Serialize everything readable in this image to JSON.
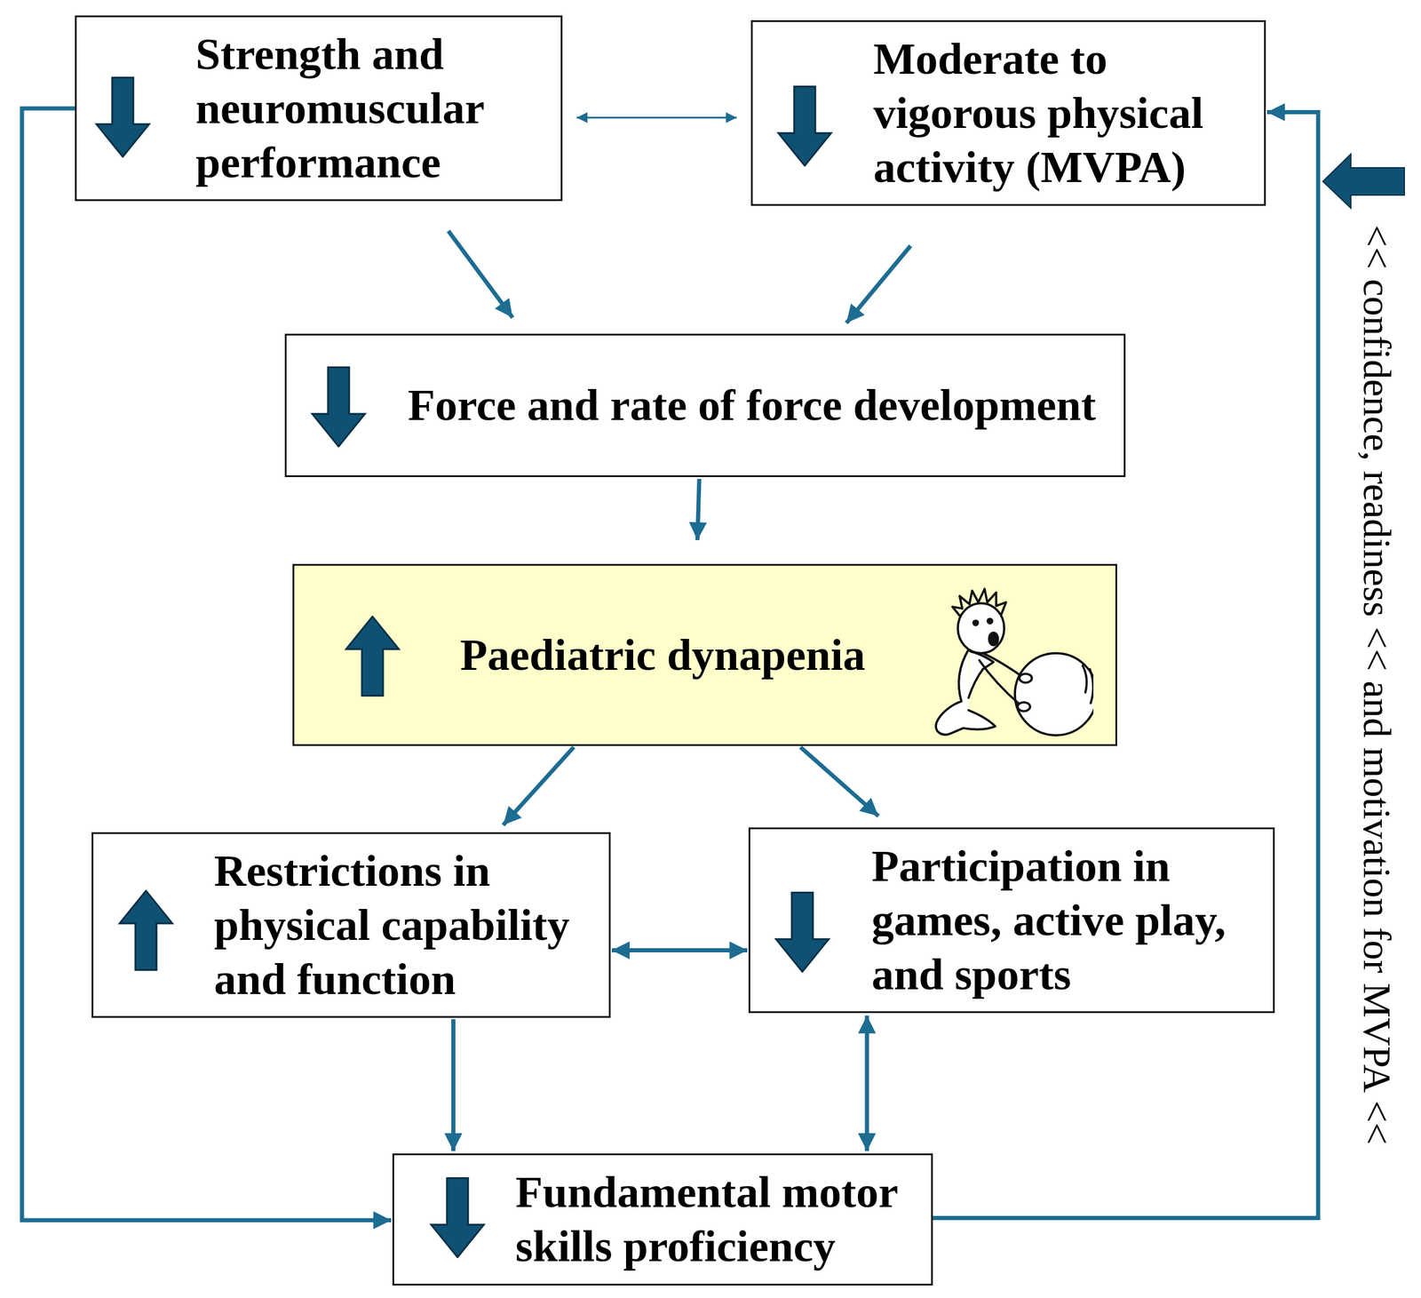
{
  "diagram": {
    "nodes": [
      {
        "text": [
          "Strength and neuromuscular performance"
        ]
      },
      {
        "text": [
          "Moderate to vigorous physical activity (MVPA)"
        ]
      },
      {
        "text": [
          "Force and rate of force development"
        ]
      },
      {
        "text": [
          "Paediatric dynapenia"
        ]
      },
      {
        "text": [
          "Restrictions in physical capability and function"
        ]
      },
      {
        "text": [
          "Participation in games, active play, and sports"
        ]
      },
      {
        "text": [
          "Fundamental motor skills proficiency"
        ]
      }
    ],
    "edges": [
      {
        "from": 0,
        "to": 1,
        "arrow": "both"
      },
      {
        "from": 0,
        "to": 2,
        "arrow": "to"
      },
      {
        "from": 1,
        "to": 2,
        "arrow": "to"
      },
      {
        "from": 2,
        "to": 3,
        "arrow": "to"
      },
      {
        "from": 3,
        "to": 4,
        "arrow": "to"
      },
      {
        "from": 3,
        "to": 5,
        "arrow": "to"
      },
      {
        "from": 4,
        "to": 5,
        "arrow": "both"
      },
      {
        "from": 4,
        "to": 6,
        "arrow": "to"
      },
      {
        "from": 5,
        "to": 6,
        "arrow": "both"
      },
      {
        "from": 0,
        "to": 6,
        "arrow": "to"
      },
      {
        "from": 6,
        "to": 1,
        "arrow": "to",
        "label": "<< confidence, readiness << and motivation for MVPA <<"
      }
    ]
  }
}
